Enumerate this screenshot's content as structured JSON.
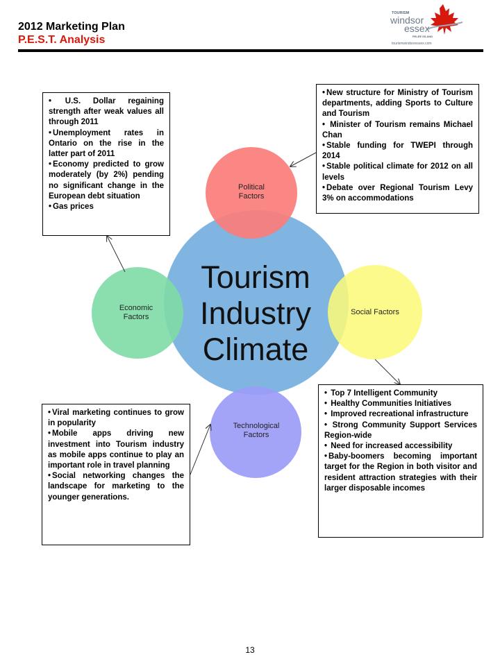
{
  "header": {
    "title": "2012 Marketing Plan",
    "subtitle": "P.E.S.T. Analysis"
  },
  "logo": {
    "line1": "TOURISM",
    "line2": "windsor",
    "line3": "essex",
    "line4": "PELEE ISLAND",
    "url": "tourismwindsoressex.com",
    "icon": "maple-leaf-icon"
  },
  "diagram": {
    "center": {
      "line1": "Tourism",
      "line2": "Industry",
      "line3": "Climate"
    },
    "political": {
      "line1": "Political",
      "line2": "Factors"
    },
    "social": {
      "line1": "Social Factors"
    },
    "technological": {
      "line1": "Technological",
      "line2": "Factors"
    },
    "economic": {
      "line1": "Economic",
      "line2": "Factors"
    }
  },
  "economic_box": {
    "items": [
      " U.S. Dollar regaining strength after weak values all through 2011",
      "Unemployment rates in Ontario on the rise in the latter part of 2011",
      "Economy predicted to grow moderately (by 2%) pending no significant change in the European debt situation",
      "Gas prices"
    ]
  },
  "political_box": {
    "items": [
      "New structure for Ministry of Tourism departments, adding Sports to Culture and Tourism",
      " Minister of Tourism remains Michael Chan",
      "Stable funding for TWEPI through 2014",
      "Stable political climate for 2012 on all levels",
      "Debate over Regional Tourism Levy 3% on accommodations"
    ]
  },
  "social_box": {
    "items": [
      " Top 7 Intelligent Community",
      " Healthy Communities Initiatives",
      " Improved recreational infrastructure",
      " Strong Community Support Services Region-wide",
      " Need for increased accessibility",
      "Baby-boomers becoming important target for the Region in both visitor and resident attraction strategies with their larger disposable incomes"
    ]
  },
  "tech_box": {
    "items": [
      "Viral marketing continues to grow in popularity",
      "Mobile apps driving new investment into Tourism industry as mobile apps continue to play an important role in travel planning",
      "Social networking changes the landscape for marketing to the younger generations."
    ]
  },
  "footer": {
    "page_number": "13"
  },
  "colors": {
    "center": "#7fb5e0",
    "political": "#fb7d7b",
    "social": "#fbf97a",
    "technological": "#9b9cf7",
    "economic": "#7edba6",
    "accent": "#d6190c"
  }
}
